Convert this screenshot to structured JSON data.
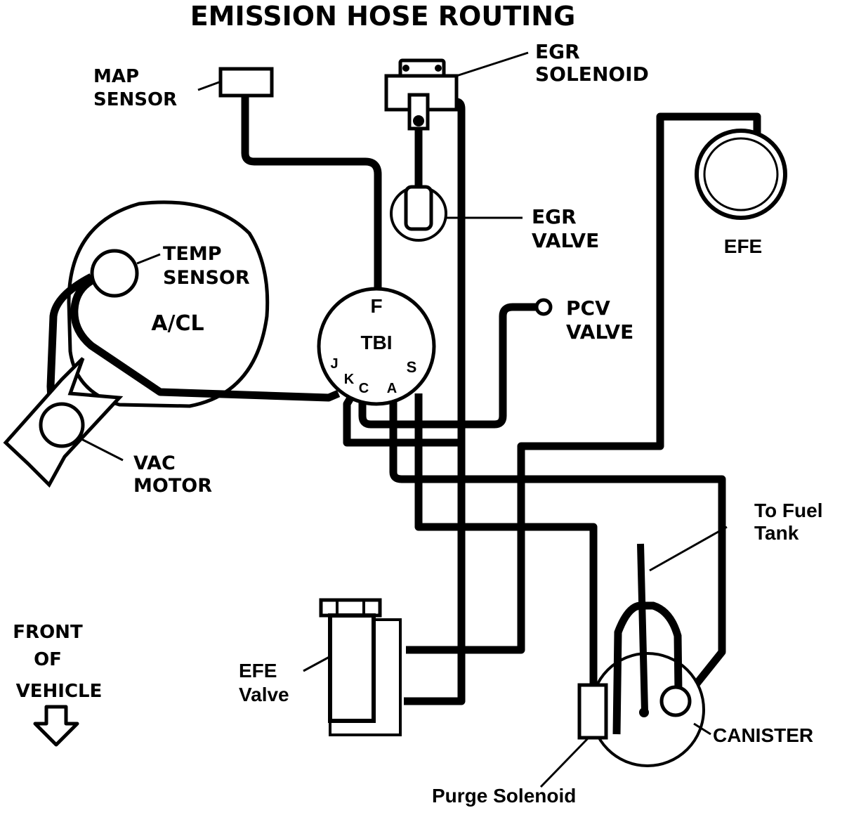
{
  "title": "EMISSION HOSE ROUTING",
  "labels": {
    "map_sensor": [
      "MAP",
      "SENSOR"
    ],
    "egr_solenoid": [
      "EGR",
      "SOLENOID"
    ],
    "egr_valve": [
      "EGR",
      "VALVE"
    ],
    "efe": "EFE",
    "temp_sensor": [
      "TEMP",
      "SENSOR"
    ],
    "air_cleaner": "A/CL",
    "tbi": "TBI",
    "pcv_valve": [
      "PCV",
      "VALVE"
    ],
    "vac_motor": [
      "VAC",
      "MOTOR"
    ],
    "to_fuel_tank": [
      "To Fuel",
      "Tank"
    ],
    "efe_valve": [
      "EFE",
      "Valve"
    ],
    "canister": "CANISTER",
    "purge_solenoid": "Purge Solenoid",
    "front_of_vehicle": [
      "FRONT",
      "OF",
      "VEHICLE"
    ]
  },
  "tbi_ports": {
    "f": "F",
    "j": "J",
    "k": "K",
    "c": "C",
    "a": "A",
    "s": "S"
  },
  "icons": {
    "front_arrow": "down-arrow-outline"
  }
}
